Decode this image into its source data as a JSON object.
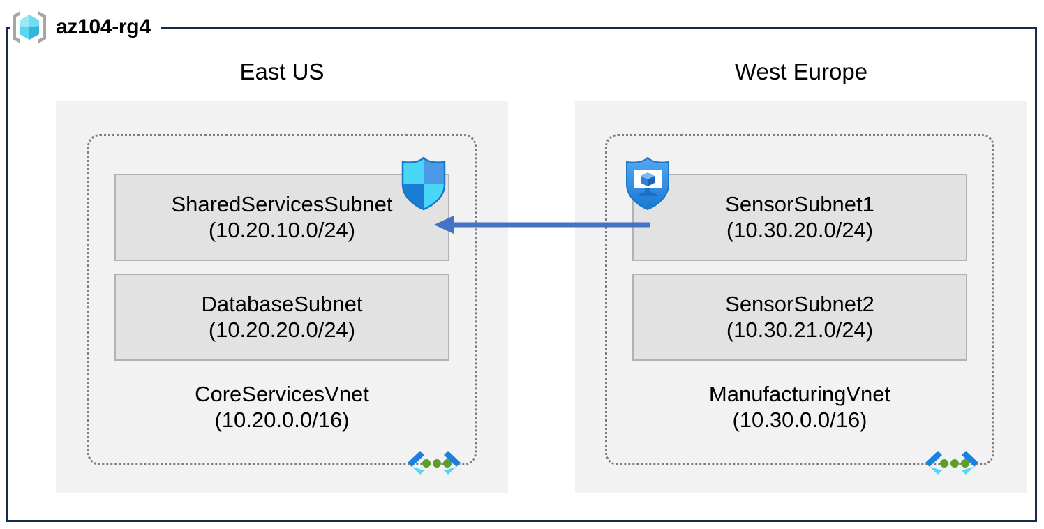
{
  "resource_group": {
    "name": "az104-rg4",
    "icon": "resource-group-cube-icon",
    "border_color": "#152a4e"
  },
  "diagram": {
    "type": "azure-network-architecture",
    "colors": {
      "region_fill": "#f2f2f2",
      "vnet_border": "#7d7d7d",
      "subnet_fill": "#e2e2e2",
      "subnet_border": "#b2b2b2",
      "arrow": "#4472c4",
      "accent_cyan": "#32c8f0",
      "accent_blue": "#1b81dc",
      "dot_green": "#5e9c2c"
    }
  },
  "regions": [
    {
      "id": "east-us",
      "label": "East US",
      "vnet": {
        "name": "CoreServicesVnet",
        "cidr": "(10.20.0.0/16)",
        "icon": "vnet-icon",
        "subnets": [
          {
            "name": "SharedServicesSubnet",
            "cidr": "(10.20.10.0/24)",
            "badge": "network-security-group-shield-icon"
          },
          {
            "name": "DatabaseSubnet",
            "cidr": "(10.20.20.0/24)",
            "badge": null
          }
        ]
      }
    },
    {
      "id": "west-europe",
      "label": "West Europe",
      "vnet": {
        "name": "ManufacturingVnet",
        "cidr": "(10.30.0.0/16)",
        "icon": "vnet-icon",
        "subnets": [
          {
            "name": "SensorSubnet1",
            "cidr": "(10.30.20.0/24)",
            "badge": "application-security-group-shield-icon"
          },
          {
            "name": "SensorSubnet2",
            "cidr": "(10.30.21.0/24)",
            "badge": null
          }
        ]
      }
    }
  ],
  "connection": {
    "id": "vnet-peering",
    "icon": "left-arrow-icon",
    "direction": "right-to-left",
    "from": "SensorSubnet1",
    "to": "SharedServicesSubnet",
    "label": ""
  }
}
